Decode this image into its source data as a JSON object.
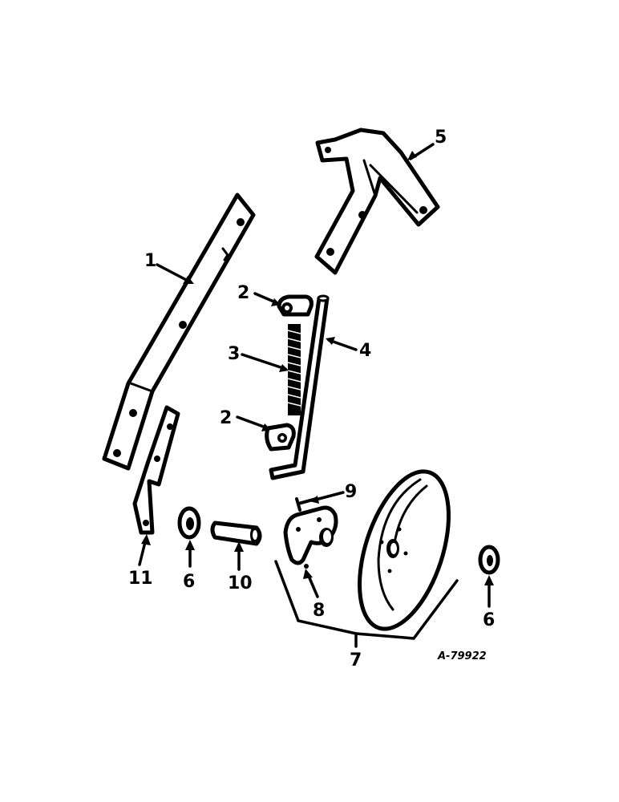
{
  "callouts": {
    "c1": "1",
    "c2a": "2",
    "c2b": "2",
    "c3": "3",
    "c4": "4",
    "c5": "5",
    "c6a": "6",
    "c6b": "6",
    "c7": "7",
    "c8": "8",
    "c9": "9",
    "c10": "10",
    "c11": "11"
  },
  "drawing_number": "A-79922",
  "ink_color": "#000000"
}
